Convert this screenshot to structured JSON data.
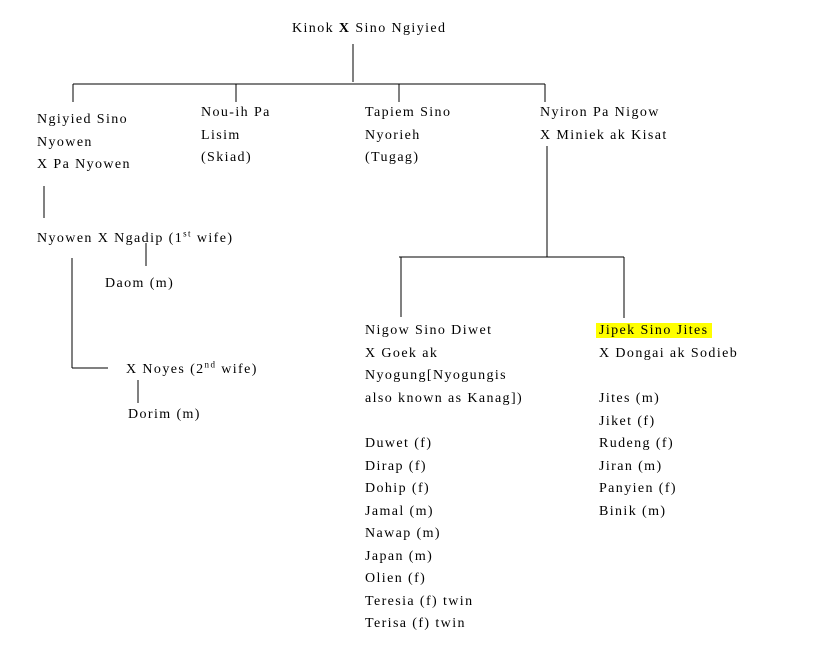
{
  "root": {
    "name": "Kinok",
    "x": "X",
    "spouse": "Sino Ngiyied"
  },
  "children": {
    "c1": [
      "Ngiyied Sino",
      "Nyowen",
      "X Pa Nyowen"
    ],
    "c2": [
      "Nou-ih Pa",
      "Lisim",
      "(Skiad)"
    ],
    "c3": [
      "Tapiem Sino",
      "Nyorieh",
      "(Tugag)"
    ],
    "c4": [
      "Nyiron Pa Nigow",
      "X Miniek ak Kisat"
    ]
  },
  "nyowen_line": {
    "text": "Nyowen  X Ngadip (1",
    "sup": "st",
    "rest": " wife)"
  },
  "daom": "Daom  (m)",
  "noyes_line": {
    "text": "X Noyes (2",
    "sup": "nd",
    "rest": " wife)"
  },
  "dorim": "Dorim (m)",
  "nigow_block": [
    "Nigow Sino Diwet",
    "X Goek ak",
    "Nyogung[Nyogungis",
    "also known as Kanag])"
  ],
  "nigow_children": [
    "Duwet (f)",
    "Dirap (f)",
    "Dohip (f)",
    "Jamal (m)",
    "Nawap (m)",
    "Japan (m)",
    "Olien (f)",
    "Teresia (f) twin",
    "Terisa (f) twin"
  ],
  "jipek_block": {
    "highlighted": "Jipek Sino Jites",
    "spouse": "X Dongai ak Sodieb"
  },
  "jipek_children": [
    "Jites (m)",
    "Jiket (f)",
    "Rudeng (f)",
    "Jiran (m)",
    "Panyien (f)",
    "Binik (m)"
  ],
  "colors": {
    "highlight": "#ffff00",
    "line": "#000000"
  }
}
